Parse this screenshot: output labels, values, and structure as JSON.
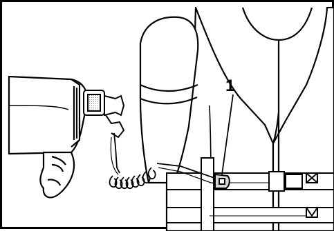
{
  "callout": {
    "number": "1"
  },
  "colors": {
    "line": "#000000",
    "background": "#ffffff",
    "fill_gray": "#d9d9d9"
  },
  "illustration": {
    "subjects": [
      "outboard-tiller-handle",
      "kill-switch-clip",
      "coiled-lanyard",
      "life-jacket",
      "wearer-arm"
    ]
  }
}
